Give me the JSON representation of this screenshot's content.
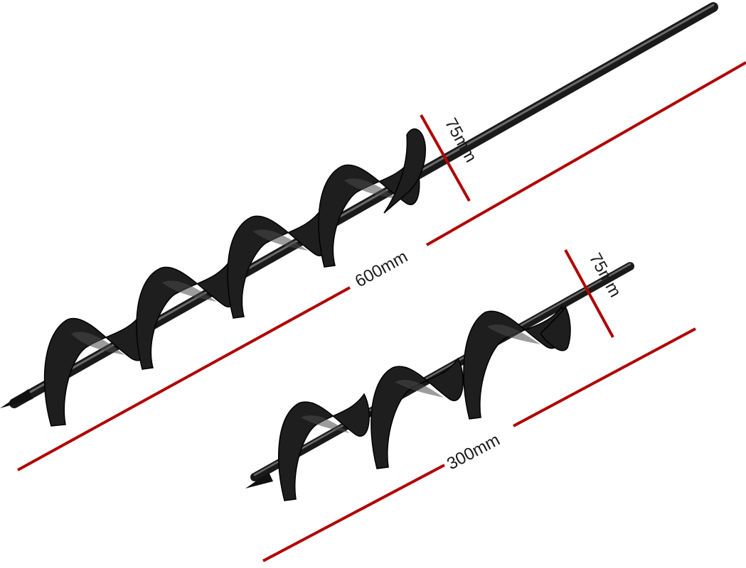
{
  "product": {
    "augers": [
      {
        "length_label": "600mm",
        "diameter_label": "75mm",
        "turns": 5
      },
      {
        "length_label": "300mm",
        "diameter_label": "75mm",
        "turns": 3
      }
    ],
    "colors": {
      "dimension_line": "#b00000",
      "auger_body": "#1e1e1e",
      "background": "#ffffff"
    }
  }
}
